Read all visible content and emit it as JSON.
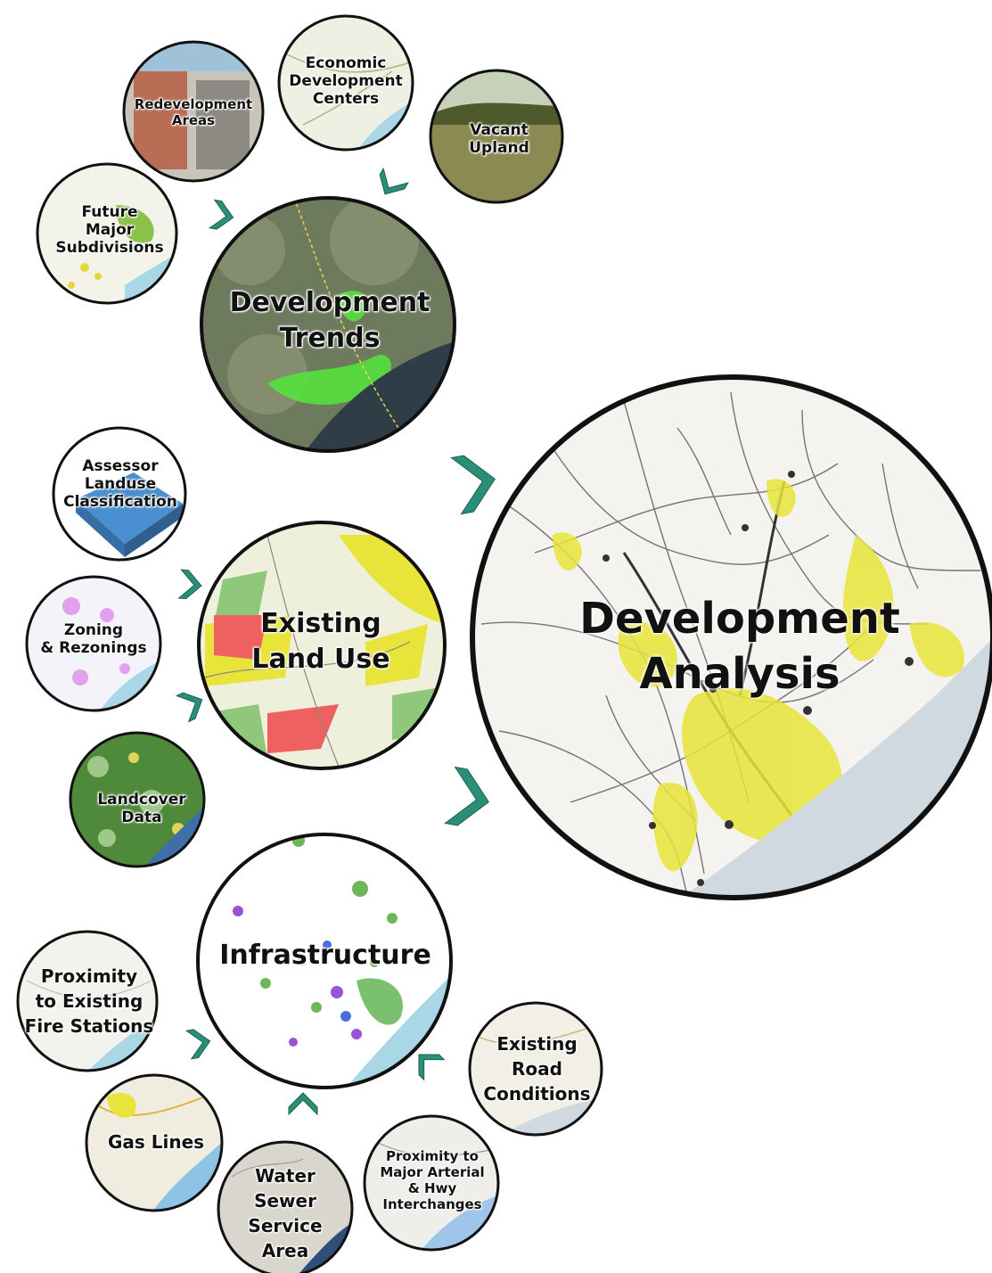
{
  "nodes": {
    "development_analysis": "Development\nAnalysis",
    "development_trends": "Development\nTrends",
    "existing_land_use": "Existing\nLand Use",
    "infrastructure": "Infrastructure",
    "redevelopment_areas": "Redevelopment\nAreas",
    "economic_development_centers": "Economic\nDevelopment\nCenters",
    "vacant_upland": "Vacant\nUpland",
    "future_major_subdivisions": "Future\nMajor\nSubdivisions",
    "assessor_landuse": "Assessor\nLanduse\nClassification",
    "zoning_rezonings": "Zoning\n& Rezonings",
    "landcover_data": "Landcover\nData",
    "fire_stations": "Proximity\nto Existing\nFire Stations",
    "gas_lines": "Gas Lines",
    "water_sewer": "Water\nSewer\nService\nArea",
    "arterial_interchanges": "Proximity to\nMajor Arterial\n& Hwy\nInterchanges",
    "road_conditions": "Existing\nRoad\nConditions"
  },
  "colors": {
    "arrow": "#2a8f78",
    "outline": "#111111",
    "map_yellow": "#e8e43a",
    "map_green": "#6fb55a",
    "water": "#a9d7e6"
  }
}
